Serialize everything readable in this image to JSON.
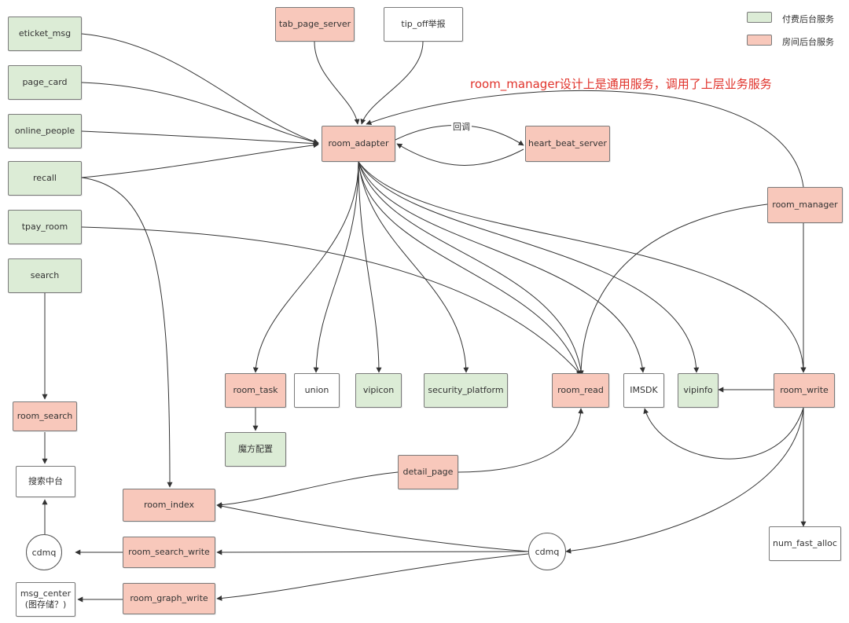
{
  "legend": {
    "paid": {
      "label": "付费后台服务",
      "color": "#dcecd6"
    },
    "room": {
      "label": "房间后台服务",
      "color": "#f8c8bb"
    }
  },
  "annotation": "room_manager设计上是通用服务，调用了上层业务服务",
  "edge_labels": {
    "callback": "回调"
  },
  "nodes": {
    "eticket_msg": "eticket_msg",
    "page_card": "page_card",
    "online_people": "online_people",
    "recall": "recall",
    "tpay_room": "tpay_room",
    "search": "search",
    "room_search": "room_search",
    "search_center": "搜索中台",
    "cdmq_left": "cdmq",
    "msg_center": "msg_center\n(图存储？)",
    "tab_page_server": "tab_page_server",
    "tip_off": "tip_off举报",
    "room_adapter": "room_adapter",
    "heart_beat_server": "heart_beat_server",
    "room_manager": "room_manager",
    "room_task": "room_task",
    "union": "union",
    "vipicon": "vipicon",
    "security_platform": "security_platform",
    "room_read": "room_read",
    "imsdk": "IMSDK",
    "vipinfo": "vipinfo",
    "room_write": "room_write",
    "mofang": "魔方配置",
    "detail_page": "detail_page",
    "room_index": "room_index",
    "room_search_write": "room_search_write",
    "room_graph_write": "room_graph_write",
    "cdmq_right": "cdmq",
    "num_fast_alloc": "num_fast_alloc"
  },
  "colors": {
    "paid_service": "#dcecd6",
    "room_service": "#f8c8bb",
    "plain": "#ffffff",
    "annotation": "#e0322a",
    "edge": "#333333"
  }
}
